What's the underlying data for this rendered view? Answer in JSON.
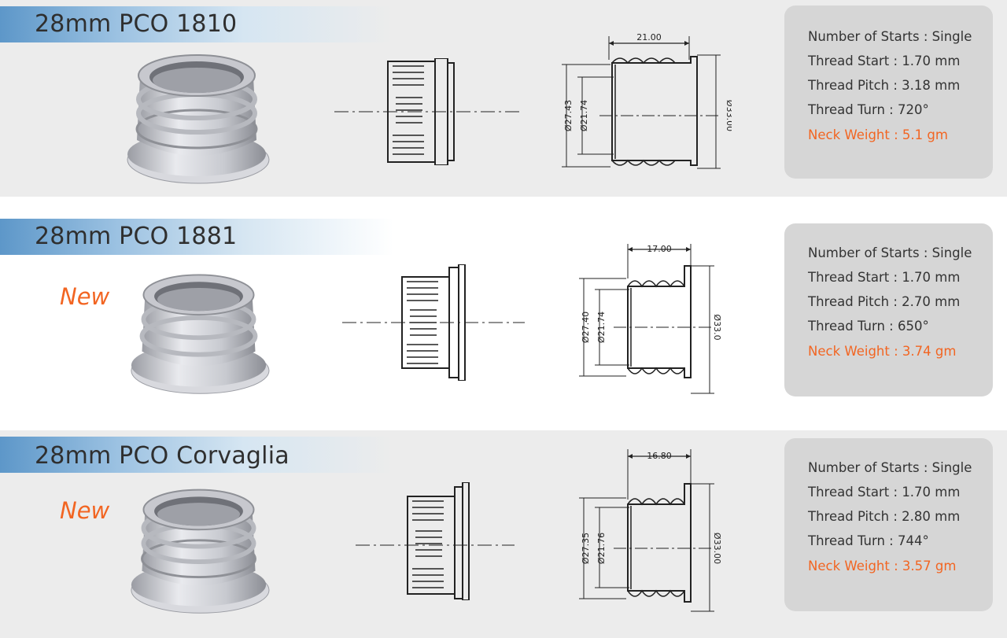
{
  "necks": [
    {
      "title": "28mm PCO 1810",
      "badge": "",
      "drawing": {
        "top_dim": "21.00",
        "outer_dim": "Ø27.43",
        "inner_dim": "Ø21.74",
        "flange_dim": "Ø33.00"
      },
      "specs": [
        {
          "label": "Number of Starts",
          "sep": " : ",
          "value": "Single"
        },
        {
          "label": "Thread Start",
          "sep": " : ",
          "value": "1.70 mm"
        },
        {
          "label": "Thread Pitch",
          "sep": " : ",
          "value": "3.18 mm"
        },
        {
          "label": "Thread Turn",
          "sep": " : ",
          "value": "720°"
        },
        {
          "label": "Neck Weight",
          "sep": " : ",
          "value": "5.1 gm"
        }
      ]
    },
    {
      "title": "28mm PCO 1881",
      "badge": "New",
      "drawing": {
        "top_dim": "17.00",
        "outer_dim": "Ø27.40",
        "inner_dim": "Ø21.74",
        "flange_dim": "Ø33.0"
      },
      "specs": [
        {
          "label": "Number of Starts",
          "sep": " : ",
          "value": "Single"
        },
        {
          "label": "Thread Start",
          "sep": " : ",
          "value": "1.70 mm"
        },
        {
          "label": "Thread Pitch",
          "sep": " : ",
          "value": "2.70 mm"
        },
        {
          "label": "Thread Turn",
          "sep": " : ",
          "value": "650°"
        },
        {
          "label": "Neck Weight",
          "sep": " : ",
          "value": "3.74 gm"
        }
      ]
    },
    {
      "title": "28mm PCO Corvaglia",
      "badge": "New",
      "drawing": {
        "top_dim": "16.80",
        "outer_dim": "Ø27.35",
        "inner_dim": "Ø21.76",
        "flange_dim": "Ø33.00"
      },
      "specs": [
        {
          "label": "Number of Starts",
          "sep": " : ",
          "value": "Single"
        },
        {
          "label": "Thread Start",
          "sep": " : ",
          "value": "1.70 mm"
        },
        {
          "label": "Thread Pitch",
          "sep": " : ",
          "value": "2.80 mm"
        },
        {
          "label": "Thread Turn",
          "sep": " : ",
          "value": "744°"
        },
        {
          "label": "Neck Weight",
          "sep": " : ",
          "value": "3.57 gm"
        }
      ]
    }
  ],
  "colors": {
    "accent": "#f26522",
    "title_bar": "#5d97c9",
    "panel": "#d6d6d6",
    "band": "#ececec"
  },
  "icons": {
    "render": "bottle-neck-3d-render",
    "side": "neck-side-view",
    "section": "neck-cross-section"
  }
}
